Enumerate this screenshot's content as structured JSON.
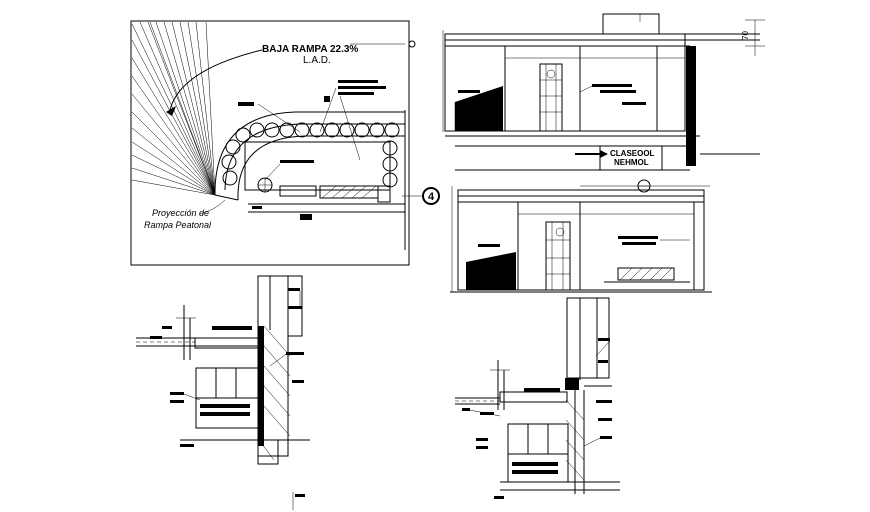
{
  "plan": {
    "ramp_title": "BAJA RAMPA 22.3%",
    "ramp_subtitle": "L.A.D.",
    "projection_label_line1": "Proyección de",
    "projection_label_line2": "Rampa Peatonal",
    "section_marker": "4"
  },
  "elevation_top": {
    "dimension_label": "70",
    "label_line1": "CLASEOOL",
    "label_line2": "NEHMOL"
  }
}
